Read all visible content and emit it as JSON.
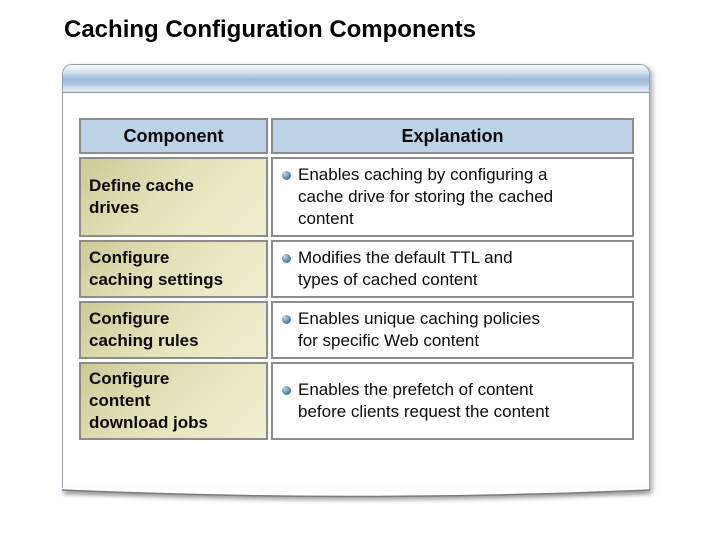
{
  "slide": {
    "title": "Caching Configuration Components"
  },
  "table": {
    "headers": [
      "Component",
      "Explanation"
    ],
    "rows": [
      {
        "component": "Define cache\ndrives",
        "explanation": "Enables caching by configuring a\ncache drive for storing the cached\ncontent"
      },
      {
        "component": "Configure\ncaching settings",
        "explanation": "Modifies the default TTL and\ntypes of cached content"
      },
      {
        "component": "Configure\ncaching rules",
        "explanation": "Enables unique caching policies\nfor specific Web content"
      },
      {
        "component": "Configure\ncontent\ndownload jobs",
        "explanation": "Enables the prefetch of content\nbefore clients request the content"
      }
    ]
  },
  "colors": {
    "header_cell_bg": "#bdd1e7",
    "component_cell_gradient_start": "#cbcb97",
    "component_cell_gradient_end": "#f0f0d2",
    "cell_border": "#8c8c8c",
    "bullet_blue": "#466f95",
    "titlebar_blue_mid": "#9cbcda",
    "panel_border": "#93a1ae"
  }
}
